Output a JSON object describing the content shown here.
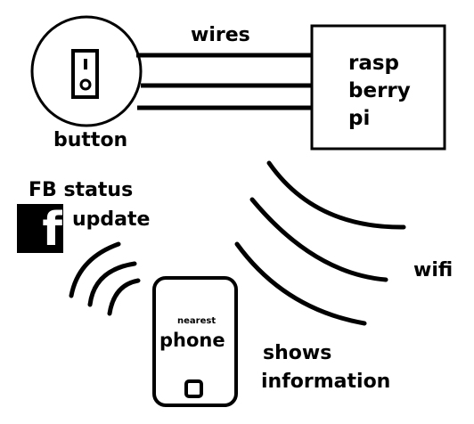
{
  "labels": {
    "wires": "wires",
    "button": "button",
    "raspberry_pi": [
      "rasp",
      "berry",
      "pi"
    ],
    "fb_status": [
      "FB status",
      "update"
    ],
    "fb_icon_letter": "f",
    "wifi": "wifi",
    "phone_top": "nearest",
    "phone_main": "phone",
    "shows": [
      "shows",
      "information"
    ]
  },
  "icons": {
    "button": "toggle-switch-icon",
    "facebook": "facebook-logo-icon",
    "phone": "smartphone-icon",
    "wifi": "wifi-waves-icon"
  },
  "colors": {
    "ink": "#000000",
    "background": "#ffffff"
  }
}
